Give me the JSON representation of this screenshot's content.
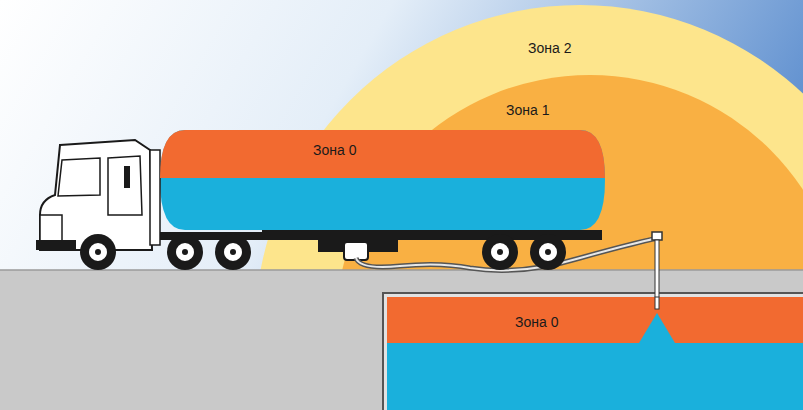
{
  "diagram": {
    "nodes": [
      {
        "text": [
          "Зона 2"
        ]
      },
      {
        "text": [
          "Зона 1"
        ],
        "in": 0
      },
      {
        "text": [
          "Зона 0"
        ]
      },
      {
        "text": [
          "Зона 0"
        ]
      }
    ]
  }
}
